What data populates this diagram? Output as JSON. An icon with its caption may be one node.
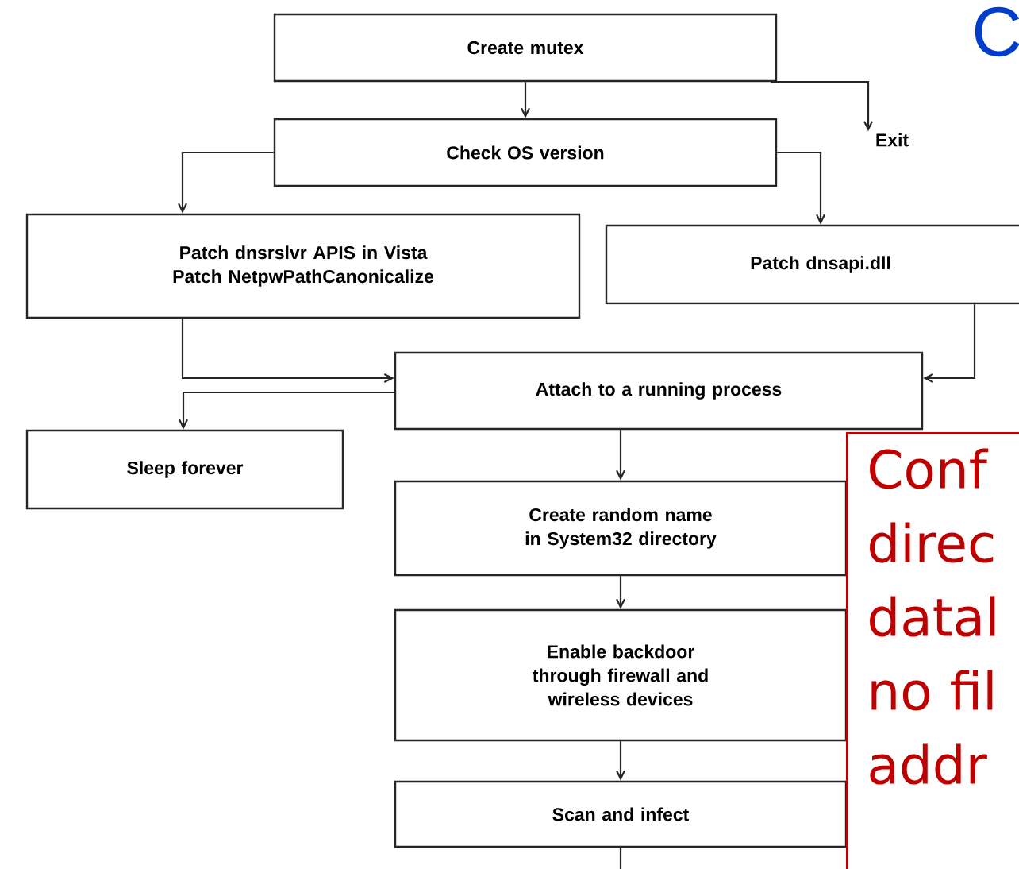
{
  "diagram": {
    "title": "C",
    "nodes": [
      {
        "text": [
          "Create mutex"
        ]
      },
      {
        "text": [
          "Exit"
        ]
      },
      {
        "text": [
          "Check OS version"
        ]
      },
      {
        "text": [
          "Patch dnsrslvr APIS in Vista",
          "Patch NetpwPathCanonicalize"
        ]
      },
      {
        "text": [
          "Patch dnsapi.dll"
        ]
      },
      {
        "text": [
          "Attach to a running process"
        ]
      },
      {
        "text": [
          "Sleep forever"
        ]
      },
      {
        "text": [
          "Create random name in System32 directory"
        ]
      },
      {
        "text": [
          "Enable backdoor through firewall and wireless devices"
        ]
      },
      {
        "text": [
          "Scan and infect"
        ]
      },
      {
        "text": [
          "Conf direc datal no fil addr"
        ]
      }
    ],
    "edges": [
      {
        "from": 0,
        "to": 2,
        "arrow": "to"
      },
      {
        "from": 0,
        "to": 1,
        "arrow": "to"
      },
      {
        "from": 2,
        "to": 3,
        "arrow": "to"
      },
      {
        "from": 2,
        "to": 4,
        "arrow": "to"
      },
      {
        "from": 3,
        "to": 5,
        "arrow": "to"
      },
      {
        "from": 4,
        "to": 5,
        "arrow": "to"
      },
      {
        "from": 5,
        "to": 6,
        "arrow": "to"
      },
      {
        "from": 5,
        "to": 7,
        "arrow": "to"
      },
      {
        "from": 7,
        "to": 8,
        "arrow": "to"
      },
      {
        "from": 8,
        "to": 9,
        "arrow": "to"
      },
      {
        "from": 9,
        "to": null,
        "arrow": "none"
      }
    ]
  }
}
